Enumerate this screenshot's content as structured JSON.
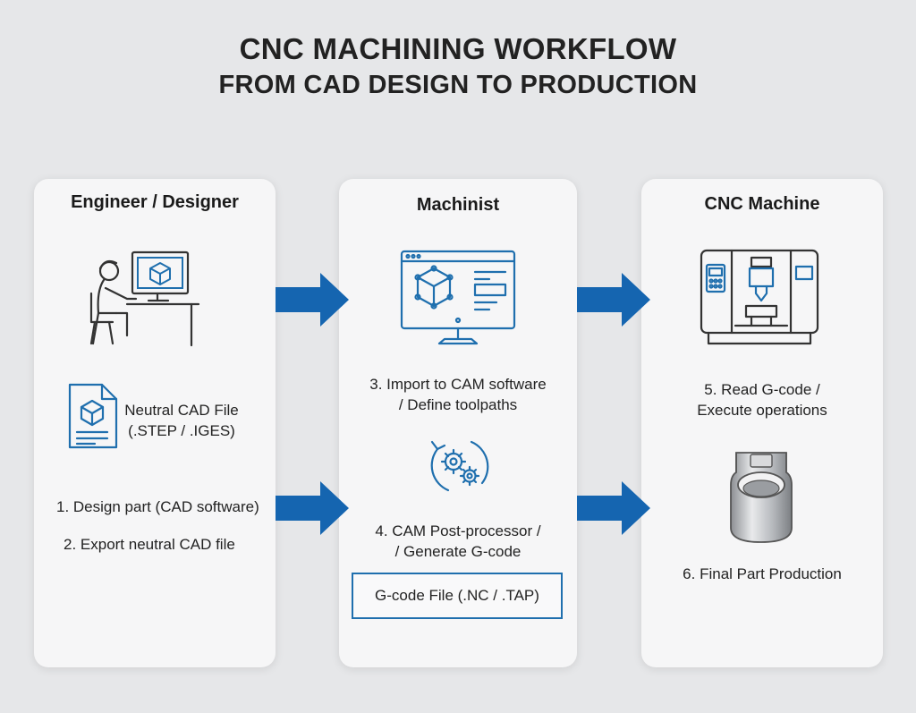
{
  "title": {
    "line1": "CNC MACHINING WORKFLOW",
    "line2": "FROM CAD DESIGN TO PRODUCTION"
  },
  "columns": {
    "engineer": {
      "heading": "Engineer / Designer",
      "file_label_line1": "Neutral CAD File",
      "file_label_line2": "(.STEP / .IGES)",
      "step1": "1. Design part (CAD software)",
      "step2": "2. Export neutral CAD file"
    },
    "machinist": {
      "heading": "Machinist",
      "step3_line1": "3. Import to CAM software",
      "step3_line2": "/ Define  toolpaths",
      "step4_line1": "4. CAM Post-processor /",
      "step4_line2": "/ Generate G-code",
      "gcode_file": "G-code File (.NC / .TAP)"
    },
    "machine": {
      "heading": "CNC Machine",
      "step5_line1": "5. Read G-code /",
      "step5_line2": "Execute operations",
      "step6": "6. Final Part Production"
    }
  },
  "colors": {
    "accent_blue": "#1f6fae",
    "arrow_blue": "#1565b0",
    "line_dark": "#333333"
  },
  "icons": [
    "designer-at-computer-icon",
    "cad-file-icon",
    "cam-software-monitor-icon",
    "gears-cycle-icon",
    "cnc-machine-icon",
    "machined-part-icon",
    "flow-arrow-icon"
  ]
}
